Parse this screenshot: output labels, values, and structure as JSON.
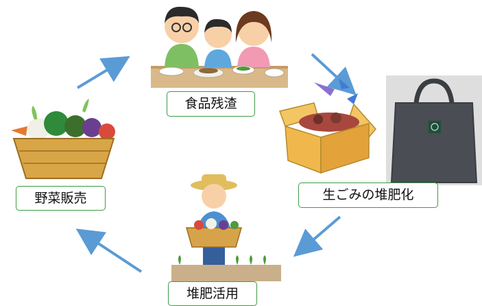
{
  "cycle": {
    "food_waste": {
      "label": "食品残渣",
      "icon": "family-eating-icon"
    },
    "composting": {
      "label": "生ごみの堆肥化",
      "icon": "compost-box-icon"
    },
    "compost_use": {
      "label": "堆肥活用",
      "icon": "farmer-icon"
    },
    "vegetable_sales": {
      "label": "野菜販売",
      "icon": "vegetable-basket-icon"
    },
    "bag": {
      "icon": "compost-bag-icon"
    }
  },
  "colors": {
    "label_border": "#3f9a46",
    "arrow": "#5b9bd5"
  }
}
